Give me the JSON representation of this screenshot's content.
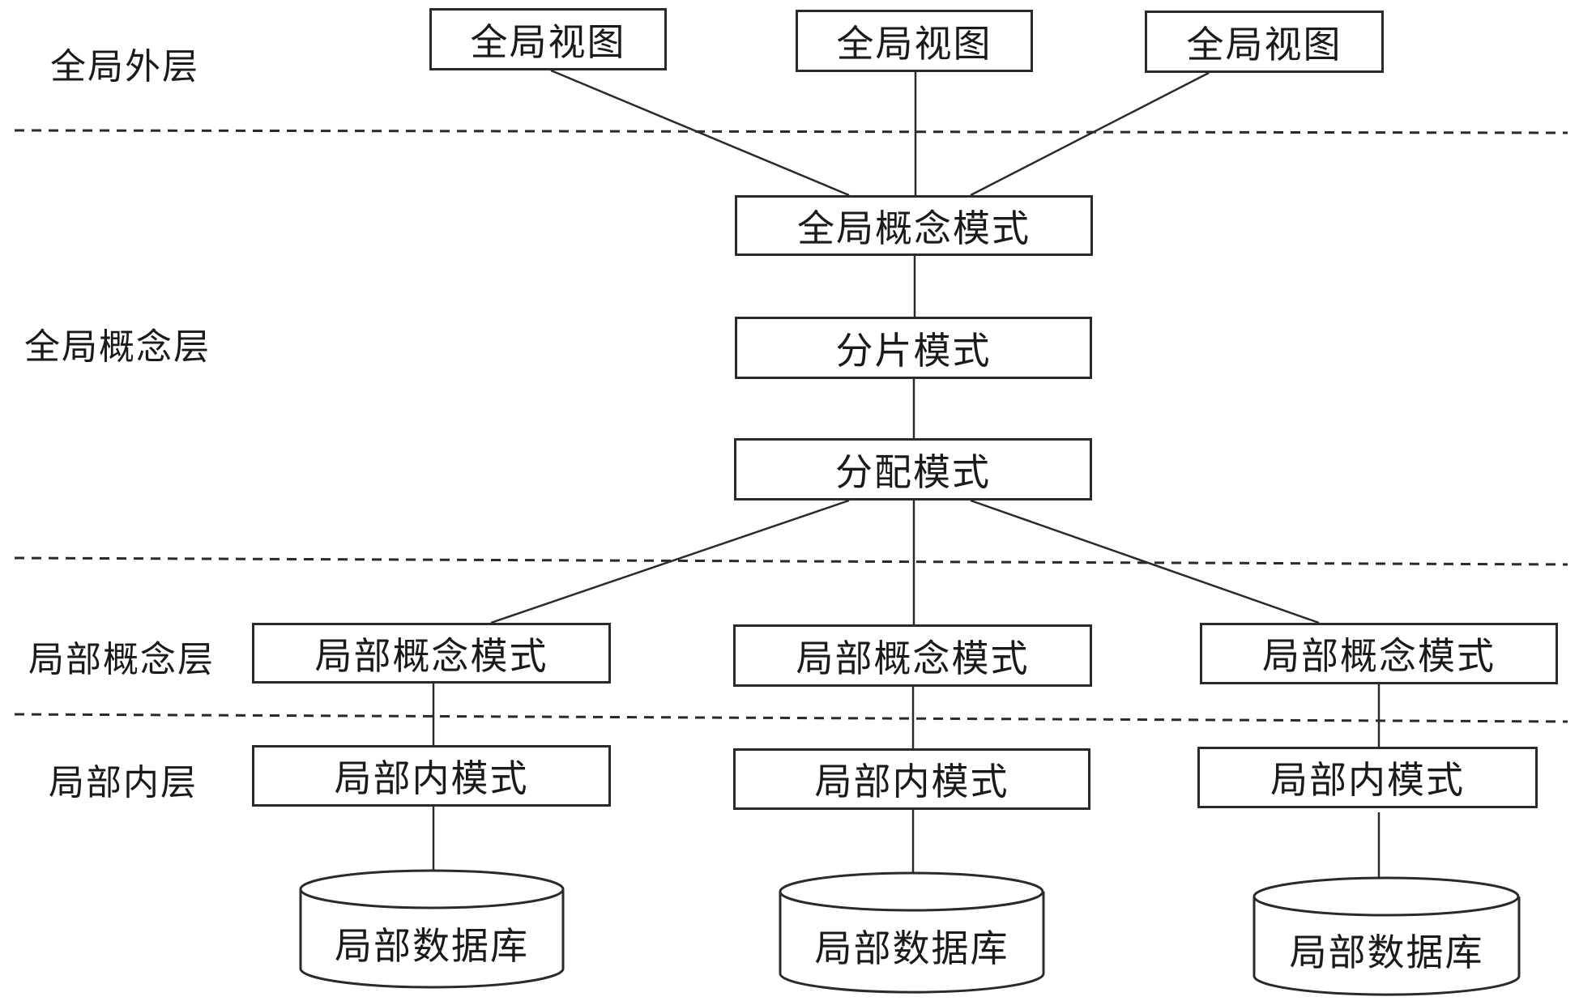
{
  "layers": [
    {
      "label": "全局外层"
    },
    {
      "label": "全局概念层"
    },
    {
      "label": "局部概念层"
    },
    {
      "label": "局部内层"
    }
  ],
  "global_views": [
    {
      "label": "全局视图"
    },
    {
      "label": "全局视图"
    },
    {
      "label": "全局视图"
    }
  ],
  "global_schemas": {
    "conceptual": "全局概念模式",
    "fragmentation": "分片模式",
    "allocation": "分配模式"
  },
  "sites": [
    {
      "local_conceptual": "局部概念模式",
      "local_internal": "局部内模式",
      "database": "局部数据库"
    },
    {
      "local_conceptual": "局部概念模式",
      "local_internal": "局部内模式",
      "database": "局部数据库"
    },
    {
      "local_conceptual": "局部概念模式",
      "local_internal": "局部内模式",
      "database": "局部数据库"
    }
  ],
  "colors": {
    "line": "#2a2a2a",
    "background": "#ffffff"
  }
}
